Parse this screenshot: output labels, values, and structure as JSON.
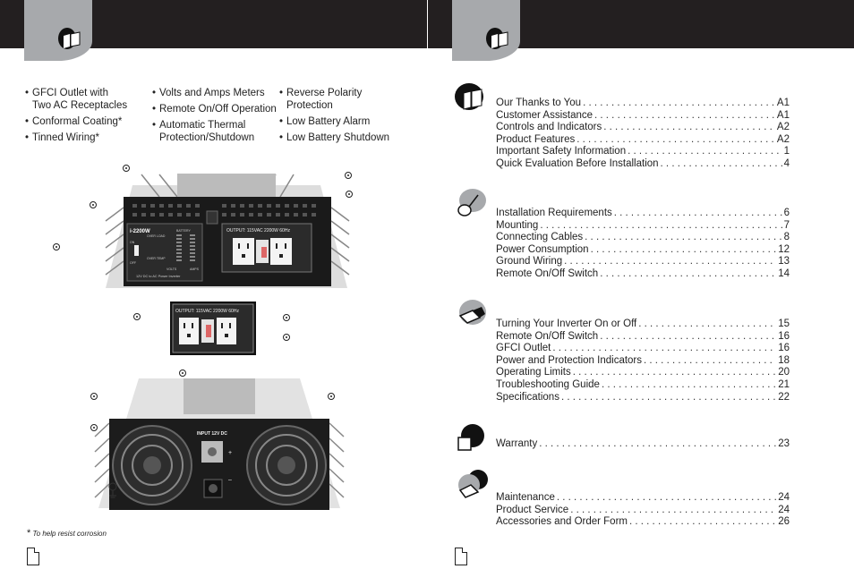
{
  "features": {
    "col1": [
      {
        "line1": "GFCI Outlet with",
        "line2": "Two AC Receptacles"
      },
      {
        "line1": "Conformal Coating*",
        "line2": ""
      },
      {
        "line1": "Tinned Wiring*",
        "line2": ""
      }
    ],
    "col2": [
      {
        "line1": "Volts and Amps Meters",
        "line2": ""
      },
      {
        "line1": "Remote On/Off Operation",
        "line2": ""
      },
      {
        "line1": "Automatic Thermal",
        "line2": "Protection/Shutdown"
      }
    ],
    "col3": [
      {
        "line1": "Reverse Polarity",
        "line2": "Protection"
      },
      {
        "line1": "Low Battery Alarm",
        "line2": ""
      },
      {
        "line1": "Low Battery Shutdown",
        "line2": ""
      }
    ]
  },
  "front_panel": {
    "model": "i-2200W",
    "output_label": "OUTPUT: 115VAC  2200W  60Hz",
    "bottom_label": "12V DC to AC Power Inverter",
    "switch_on": "ON",
    "switch_off": "OFF",
    "indicators": [
      "OVER LOAD",
      "OVER TEMP"
    ],
    "meter_labels": [
      "BATTERY",
      "VOLTS",
      "AMPS"
    ]
  },
  "gfci_closeup": {
    "output_label": "OUTPUT: 115VAC  2200W  60Hz"
  },
  "rear_panel": {
    "input_label": "INPUT 12V DC",
    "plus": "+",
    "minus": "–"
  },
  "footnote": {
    "star": "*",
    "text": "To help resist corrosion"
  },
  "toc": [
    {
      "rows": [
        {
          "title": "Our Thanks to You",
          "page": "A1"
        },
        {
          "title": "Customer Assistance",
          "page": "A1"
        },
        {
          "title": "Controls and Indicators",
          "page": "A2"
        },
        {
          "title": "Product Features",
          "page": "A2"
        },
        {
          "title": "Important Safety Information",
          "page": "1"
        },
        {
          "title": "Quick Evaluation Before Installation",
          "page": "4"
        }
      ]
    },
    {
      "rows": [
        {
          "title": "Installation Requirements",
          "page": "6"
        },
        {
          "title": "Mounting",
          "page": "7"
        },
        {
          "title": "Connecting Cables",
          "page": "8"
        },
        {
          "title": "Power Consumption",
          "page": "12"
        },
        {
          "title": "Ground Wiring",
          "page": "13"
        },
        {
          "title": "Remote On/Off Switch",
          "page": "14"
        }
      ]
    },
    {
      "rows": [
        {
          "title": "Turning Your Inverter On or Off",
          "page": "15"
        },
        {
          "title": "Remote On/Off Switch",
          "page": "16"
        },
        {
          "title": "GFCI Outlet",
          "page": "16"
        },
        {
          "title": "Power and Protection Indicators",
          "page": "18"
        },
        {
          "title": "Operating Limits",
          "page": "20"
        },
        {
          "title": "Troubleshooting Guide",
          "page": "21"
        },
        {
          "title": "Specifications",
          "page": "22"
        }
      ]
    },
    {
      "rows": [
        {
          "title": "Warranty",
          "page": "23"
        }
      ]
    },
    {
      "rows": [
        {
          "title": "Maintenance",
          "page": "24"
        },
        {
          "title": "Product Service",
          "page": "24"
        },
        {
          "title": "Accessories and Order Form",
          "page": "26"
        }
      ]
    }
  ],
  "colors": {
    "header_bar": "#231f20",
    "tab": "#a7a9ac"
  }
}
